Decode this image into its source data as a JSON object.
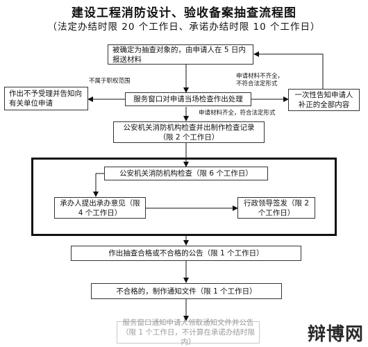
{
  "header": {
    "title": "建设工程消防设计、验收备案抽查流程图",
    "subtitle": "（法定办结时限 20 个工作日、承诺办结时限 10 个工作日）"
  },
  "nodes": {
    "start": "被确定为抽查对象的，由申请人在 5 日内报送材料",
    "service_window": "服务窗口对申请当场检查作出处理",
    "reject": "作出不予受理并告知向有关单位申请",
    "supplement": "一次性告知申请人补正的全部内容",
    "record": "公安机关消防机构检查并出制作检查记录（限 2 个工作日）",
    "inspection": "公安机关消防机构检查（限 6 个工作日）",
    "handler_opinion": "承办人提出承办意见（限 4 个工作日）",
    "leader_sign": "行政领导签发（限 2 个工作日）",
    "announce": "作出抽查合格或不合格的公告（限 1 个工作日）",
    "notice_doc": "不合格的，制作通知文件（限 1 个工作日）",
    "collect": "服务窗口通知申请人领取通知文件并公告（限 1 个工作日，不计算在承诺办结时限内）"
  },
  "edge_labels": {
    "not_in_scope": "不属于职权范围",
    "incomplete_line1": "申请材料不齐全，",
    "incomplete_line2": "不符合法定形式",
    "complete": "申请材料齐全，符合法定形式"
  },
  "watermark": "辩博网"
}
